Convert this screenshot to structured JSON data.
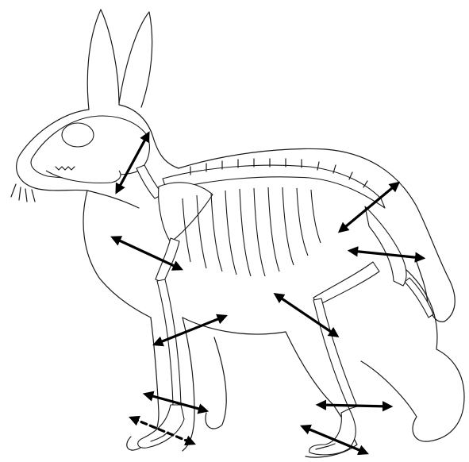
{
  "figure": {
    "subject": "rabbit-skeleton-in-body-outline",
    "line_color": "#1a1a1a",
    "arrow_color": "#000000",
    "background": "#ffffff"
  },
  "arrows": [
    {
      "name": "neck-arrow",
      "style": "solid"
    },
    {
      "name": "shoulder-arrow",
      "style": "solid"
    },
    {
      "name": "lumbar-arrow",
      "style": "solid"
    },
    {
      "name": "pelvis-arrow",
      "style": "solid"
    },
    {
      "name": "belly-arrow",
      "style": "solid"
    },
    {
      "name": "forearm-upper-arrow",
      "style": "solid"
    },
    {
      "name": "forearm-lower-arrow",
      "style": "solid"
    },
    {
      "name": "front-paw-arrow",
      "style": "dashed"
    },
    {
      "name": "hind-shank-arrow",
      "style": "solid"
    },
    {
      "name": "hind-paw-arrow",
      "style": "solid"
    }
  ]
}
